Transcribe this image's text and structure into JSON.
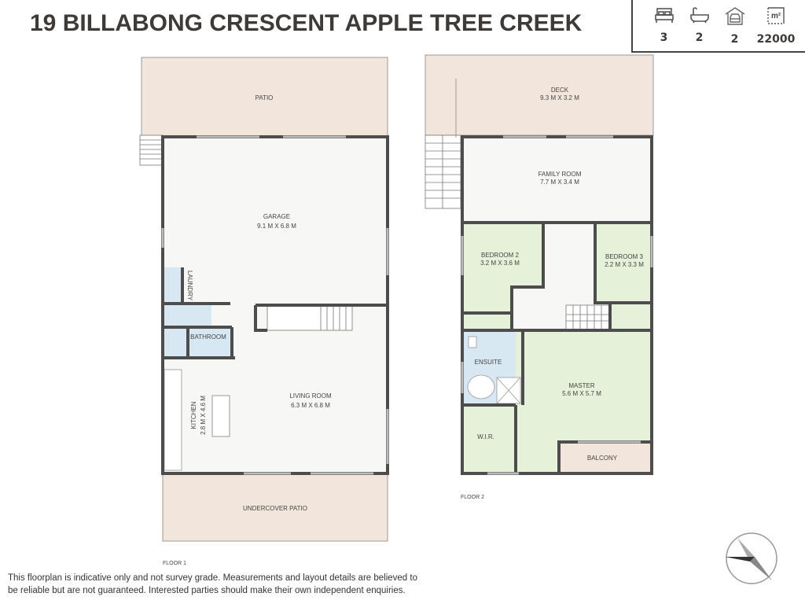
{
  "header": {
    "title": "19 BILLABONG CRESCENT APPLE TREE CREEK"
  },
  "stats": [
    {
      "icon": "bed-icon",
      "value": "3"
    },
    {
      "icon": "bath-icon",
      "value": "2"
    },
    {
      "icon": "garage-icon",
      "value": "2"
    },
    {
      "icon": "area-icon",
      "value": "22000",
      "unit": "m²"
    }
  ],
  "floor1": {
    "label": "FLOOR 1",
    "rooms": {
      "patio": {
        "name": "PATIO"
      },
      "garage": {
        "name": "GARAGE",
        "size": "9.1 M X 6.8 M"
      },
      "laundry": {
        "name": "LAUNDRY"
      },
      "bathroom": {
        "name": "BATHROOM"
      },
      "kitchen": {
        "name": "KITCHEN",
        "size": "2.8 M X 4.6 M"
      },
      "living": {
        "name": "LIVING ROOM",
        "size": "6.3 M X 6.8 M"
      },
      "undercover": {
        "name": "UNDERCOVER PATIO"
      }
    }
  },
  "floor2": {
    "label": "FLOOR 2",
    "rooms": {
      "deck": {
        "name": "DECK",
        "size": "9.3 M X 3.2 M"
      },
      "family": {
        "name": "FAMILY ROOM",
        "size": "7.7 M X 3.4 M"
      },
      "bedroom2": {
        "name": "BEDROOM 2",
        "size": "3.2 M X 3.6 M"
      },
      "bedroom3": {
        "name": "BEDROOM 3",
        "size": "2.2 M X 3.3 M"
      },
      "ensuite": {
        "name": "ENSUITE"
      },
      "master": {
        "name": "MASTER",
        "size": "5.6 M X 5.7 M"
      },
      "wir": {
        "name": "W.I.R."
      },
      "balcony": {
        "name": "BALCONY"
      }
    }
  },
  "colors": {
    "wall": "#4d4d4d",
    "beige": "#f2e6dc",
    "green": "#e6f1da",
    "blue": "#d7e8f2",
    "floor": "#f7f7f5"
  },
  "footer": {
    "line1": "This floorplan is indicative only and not survey grade. Measurements and layout details are believed to",
    "line2": "be reliable but are not guaranteed. Interested parties should make their own independent enquiries."
  }
}
